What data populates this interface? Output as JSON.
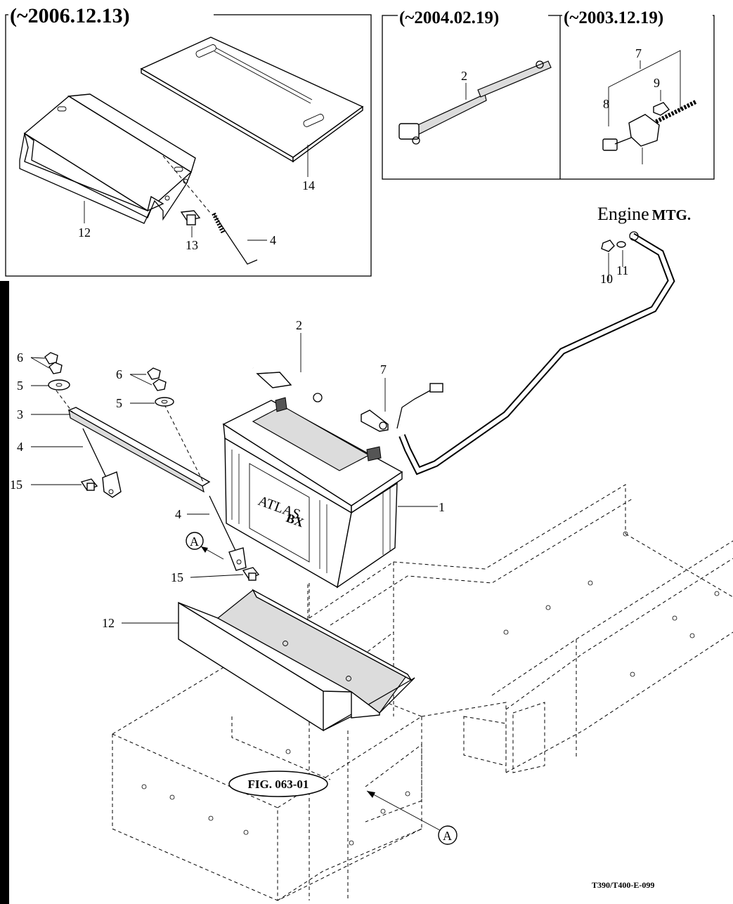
{
  "insets": {
    "left_title": "(~2006.12.13)",
    "mid_title": "(~2004.02.19)",
    "right_title": "(~2003.12.19)"
  },
  "engine_label": {
    "main": "Engine",
    "suffix": "MTG."
  },
  "battery": {
    "brand": "ATLAS",
    "model": "BX"
  },
  "fig_reference": "FIG. 063-01",
  "section_marker": "A",
  "drawing_code": "T390/T400-E-099",
  "part_numbers": {
    "p1": "1",
    "p2": "2",
    "p3": "3",
    "p4": "4",
    "p5": "5",
    "p6": "6",
    "p7": "7",
    "p8": "8",
    "p9": "9",
    "p10": "10",
    "p11": "11",
    "p12": "12",
    "p13": "13",
    "p14": "14",
    "p15": "15"
  }
}
